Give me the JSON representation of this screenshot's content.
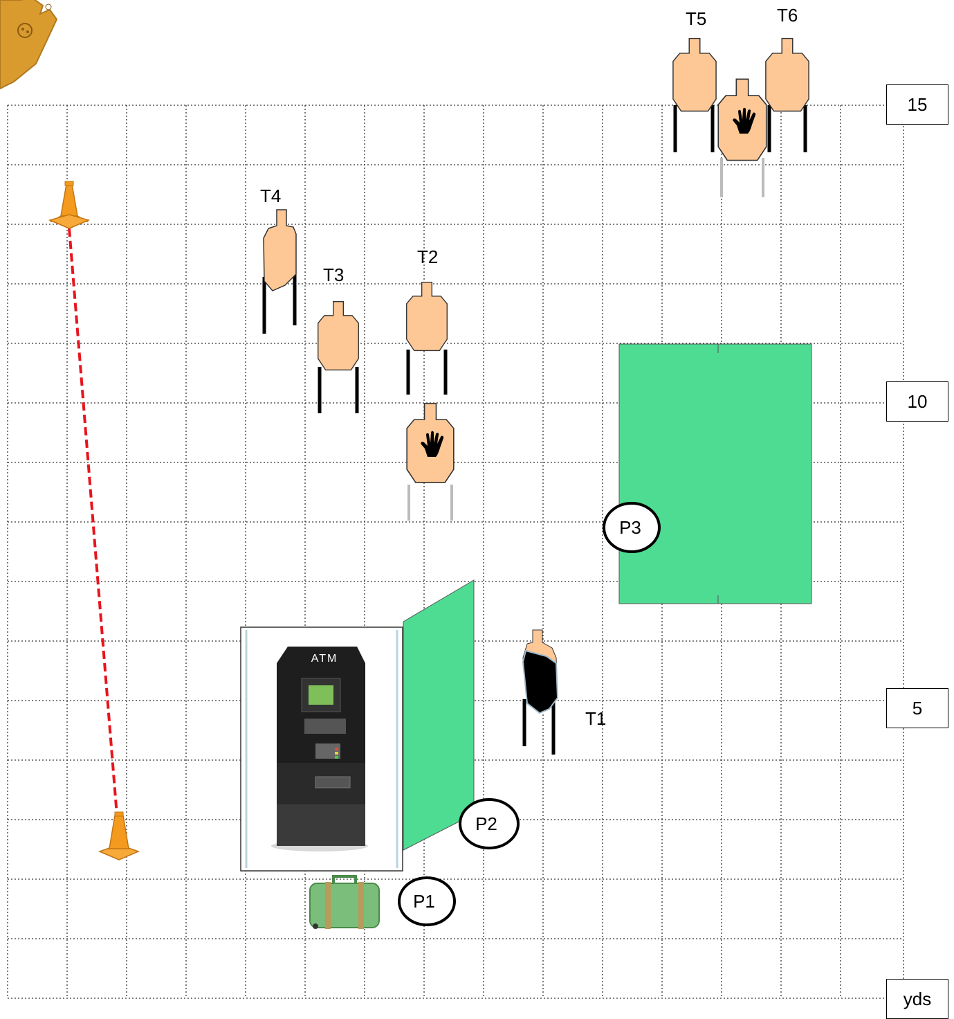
{
  "targets": [
    {
      "id": "T1",
      "label": "T1",
      "kind": "black"
    },
    {
      "id": "T2",
      "label": "T2",
      "kind": "shoot"
    },
    {
      "id": "T3",
      "label": "T3",
      "kind": "shoot"
    },
    {
      "id": "T4",
      "label": "T4",
      "kind": "shoot"
    },
    {
      "id": "T5",
      "label": "T5",
      "kind": "shoot"
    },
    {
      "id": "T6",
      "label": "T6",
      "kind": "shoot"
    }
  ],
  "no_shoots": [
    "no-shoot-hand-icon",
    "no-shoot-hand-icon"
  ],
  "positions": [
    {
      "id": "P1",
      "label": "P1"
    },
    {
      "id": "P2",
      "label": "P2"
    },
    {
      "id": "P3",
      "label": "P3"
    }
  ],
  "yardage": {
    "y15": "15",
    "y10": "10",
    "y5": "5",
    "unit": "yds"
  },
  "atm_label": "ATM",
  "icons": [
    "target-logo-icon",
    "traffic-cone-icon",
    "atm-machine-icon",
    "suitcase-icon",
    "no-shoot-hand-icon"
  ],
  "colors": {
    "wall": "#4ddc92",
    "target": "#fdc896",
    "cone": "#f39a1f",
    "fault_line": "#e8141c",
    "grid": "#333333"
  }
}
